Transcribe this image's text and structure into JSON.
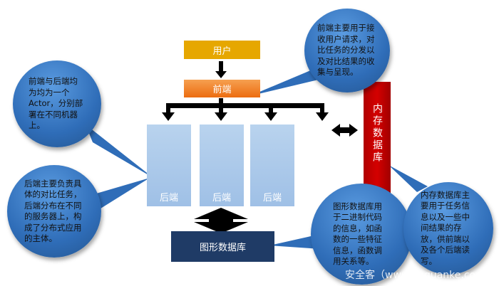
{
  "nodes": {
    "user": "用户",
    "frontend": "前端",
    "backends": [
      "后端",
      "后端",
      "后端"
    ],
    "memdb": "内存数据库",
    "graphdb": "图形数据库"
  },
  "callouts": {
    "frontend_desc": "前端主要用于接收用户请求，对比任务的分发以及对比结果的收集与呈现。",
    "actor_desc": "前端与后端均为均为一个Actor，分别部署在不同机器上。",
    "backend_desc": "后端主要负责具体的对比任务，后端分布在不同的服务器上，构成了分布式应用的主体。",
    "graphdb_desc": "图形数据库用于二进制代码的信息，如函数的一些特征信息，函数调用关系等。",
    "memdb_desc": "内存数据库主要用于任务信息以及一些中间结果的存放，供前端以及各个后端读写。"
  },
  "watermark": "安全客（www.anquanke.com）",
  "colors": {
    "user": "#e6a700",
    "frontend": "#f07a1a",
    "memdb": "#c00000",
    "graphdb": "#1f3b66",
    "bubble": "#3a7cc8"
  }
}
